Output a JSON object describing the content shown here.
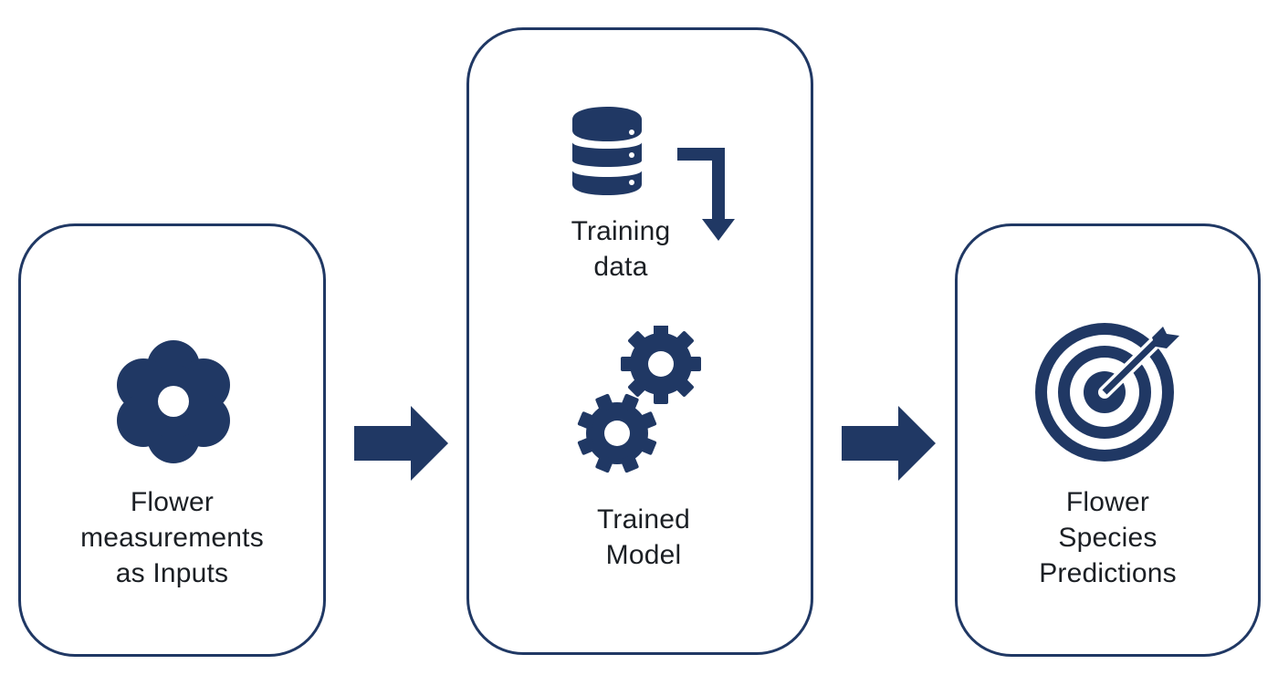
{
  "diagram": {
    "accent_color": "#203864",
    "steps": [
      {
        "id": "inputs",
        "icon": "flower-icon",
        "label": "Flower\nmeasurements\nas Inputs"
      },
      {
        "id": "model",
        "icon": "database-icon",
        "label": "Training\ndata",
        "secondary_icon": "gears-icon",
        "secondary_label": "Trained\nModel"
      },
      {
        "id": "output",
        "icon": "target-icon",
        "label": "Flower\nSpecies\nPredictions"
      }
    ],
    "connectors": [
      {
        "from": "inputs",
        "to": "model",
        "icon": "right-arrow-icon"
      },
      {
        "from": "model",
        "to": "output",
        "icon": "right-arrow-icon"
      }
    ],
    "inner_connector": {
      "from": "training-data",
      "to": "trained-model",
      "icon": "elbow-arrow-icon"
    }
  }
}
